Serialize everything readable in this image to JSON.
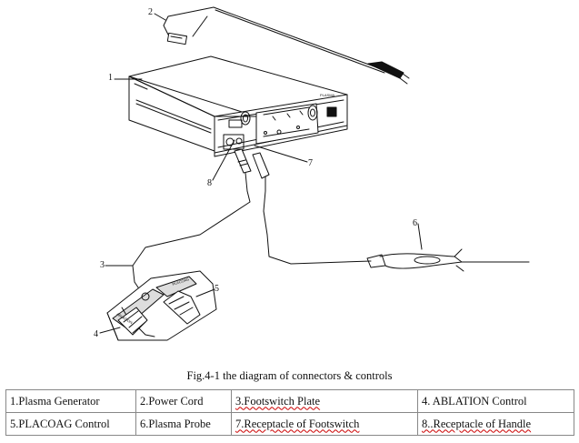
{
  "labels": {
    "n1": "1",
    "n2": "2",
    "n3": "3",
    "n4": "4",
    "n5": "5",
    "n6": "6",
    "n7": "7",
    "n8": "8",
    "front_brand": "PLASMA",
    "pedal_left": "ABLATION",
    "pedal_right": "PLACOAG"
  },
  "caption": "Fig.4-1 the diagram of connectors & controls",
  "legend": [
    [
      "1.Plasma Generator",
      "2.Power Cord",
      "3.Footswitch Plate",
      "4. ABLATION Control"
    ],
    [
      "5.PLACOAG Control",
      "6.Plasma Probe",
      "7.Receptacle of Footswitch",
      "8..Receptacle of Handle"
    ]
  ]
}
